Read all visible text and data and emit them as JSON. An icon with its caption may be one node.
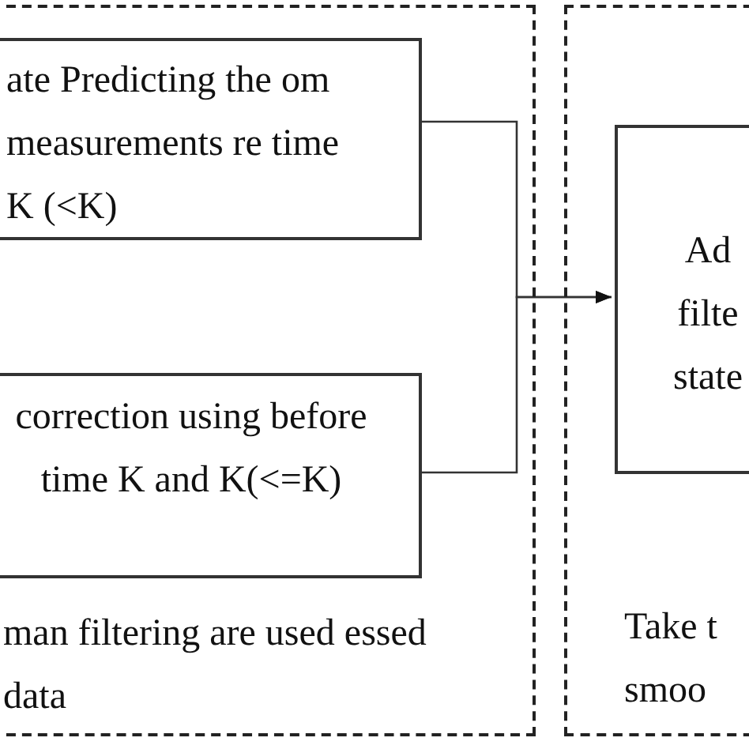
{
  "diagram": {
    "nodes": [
      {
        "text": [
          "man filtering are used essed data"
        ]
      },
      {
        "text": [
          "ate Predicting the om measurements re time K (<K)"
        ],
        "in": 0
      },
      {
        "text": [
          "correction using before time K and K(<=K)"
        ],
        "in": 0
      },
      {
        "text": [
          "Take t smoo"
        ]
      },
      {
        "text": [
          "Ad filte state"
        ],
        "in": 3
      }
    ],
    "edges": [
      {
        "from": 1,
        "to": 4,
        "arrow": "to"
      },
      {
        "from": 2,
        "to": 4,
        "arrow": "to"
      }
    ]
  }
}
